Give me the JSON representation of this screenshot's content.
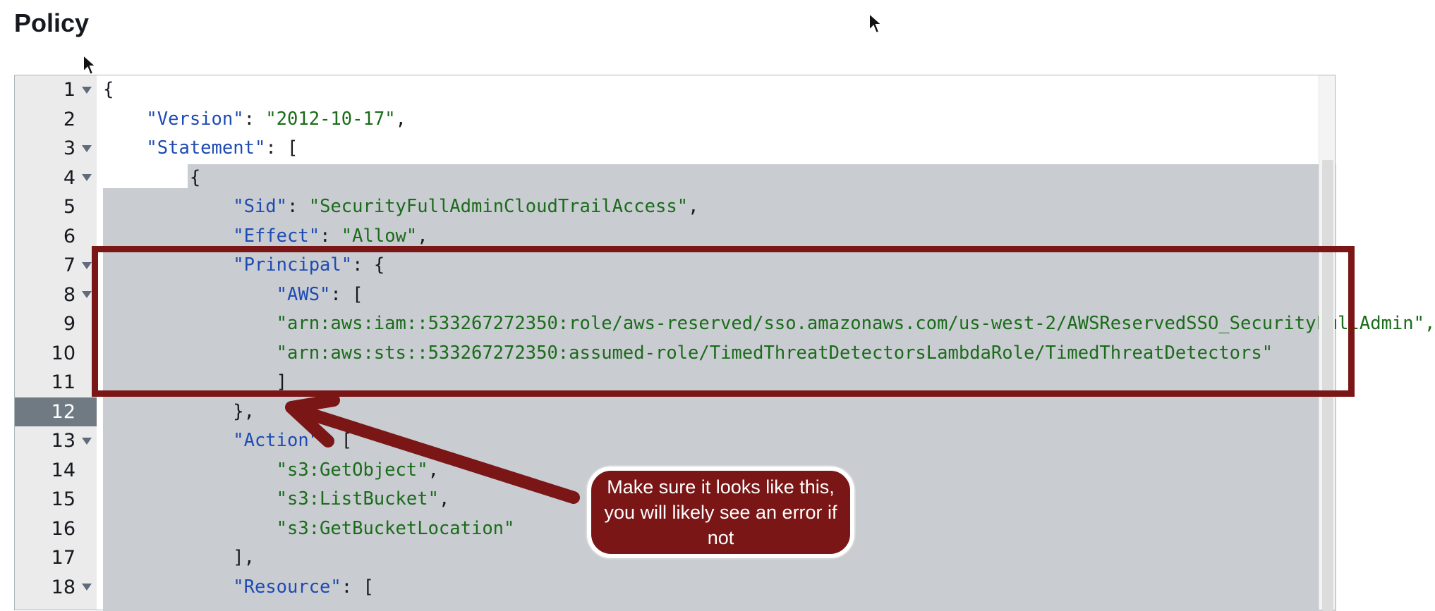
{
  "page": {
    "title": "Policy"
  },
  "editor": {
    "active_line": 12,
    "lines": [
      {
        "n": "1",
        "fold": true
      },
      {
        "n": "2",
        "fold": false
      },
      {
        "n": "3",
        "fold": true
      },
      {
        "n": "4",
        "fold": true
      },
      {
        "n": "5",
        "fold": false
      },
      {
        "n": "6",
        "fold": false
      },
      {
        "n": "7",
        "fold": true
      },
      {
        "n": "8",
        "fold": true
      },
      {
        "n": "9",
        "fold": false
      },
      {
        "n": "10",
        "fold": false
      },
      {
        "n": "11",
        "fold": false
      },
      {
        "n": "12",
        "fold": false
      },
      {
        "n": "13",
        "fold": true
      },
      {
        "n": "14",
        "fold": false
      },
      {
        "n": "15",
        "fold": false
      },
      {
        "n": "16",
        "fold": false
      },
      {
        "n": "17",
        "fold": false
      },
      {
        "n": "18",
        "fold": true
      }
    ],
    "code": {
      "l1": "{",
      "l2_key": "\"Version\"",
      "l2_sep": ": ",
      "l2_val": "\"2012-10-17\"",
      "l2_end": ",",
      "l3_key": "\"Statement\"",
      "l3_end": ": [",
      "l4": "{",
      "l5_key": "\"Sid\"",
      "l5_sep": ": ",
      "l5_val": "\"SecurityFullAdminCloudTrailAccess\"",
      "l5_end": ",",
      "l6_key": "\"Effect\"",
      "l6_sep": ": ",
      "l6_val": "\"Allow\"",
      "l6_end": ",",
      "l7_key": "\"Principal\"",
      "l7_end": ": {",
      "l8_key": "\"AWS\"",
      "l8_end": ": [",
      "l9_val": "\"arn:aws:iam::533267272350:role/aws-reserved/sso.amazonaws.com/us-west-2/AWSReservedSSO_SecurityFullAdmin\",",
      "l10_val": "\"arn:aws:sts::533267272350:assumed-role/TimedThreatDetectorsLambdaRole/TimedThreatDetectors\"",
      "l11": "]",
      "l12": "},",
      "l13_key": "\"Action\"",
      "l13_end": ": [",
      "l14_val": "\"s3:GetObject\"",
      "l14_end": ",",
      "l15_val": "\"s3:ListBucket\"",
      "l15_end": ",",
      "l16_val": "\"s3:GetBucketLocation\"",
      "l17": "],",
      "l18_key": "\"Resource\"",
      "l18_end": ": ["
    }
  },
  "annotation": {
    "callout_text": "Make sure it looks like this, you will likely see an error if not",
    "color": "#7a1616"
  }
}
